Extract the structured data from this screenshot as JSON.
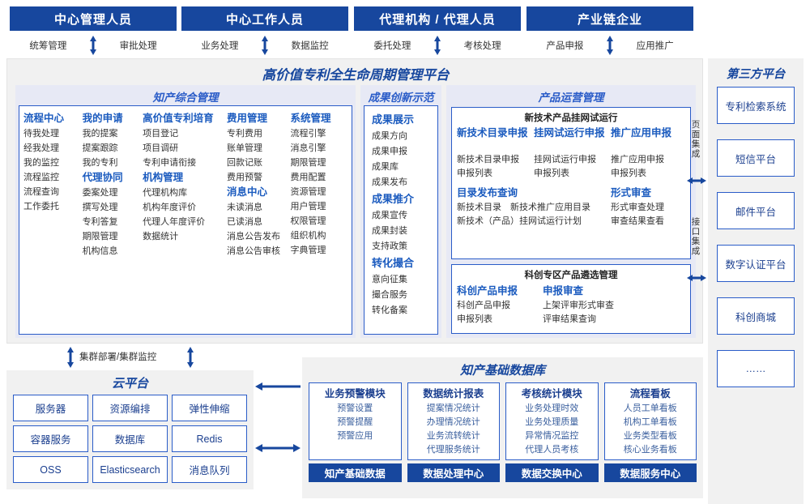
{
  "roles": [
    {
      "title": "中心管理人员",
      "left": "统筹管理",
      "right": "审批处理"
    },
    {
      "title": "中心工作人员",
      "left": "业务处理",
      "right": "数据监控"
    },
    {
      "title": "代理机构 / 代理人员",
      "left": "委托处理",
      "right": "考核处理"
    },
    {
      "title": "产业链企业",
      "left": "产品申报",
      "right": "应用推广"
    }
  ],
  "platform": {
    "title": "高价值专利全生命周期管理平台",
    "groups": {
      "ip_mgmt": {
        "title": "知产综合管理",
        "columns": [
          {
            "blocks": [
              {
                "head": "流程中心",
                "items": [
                  "待我处理",
                  "经我处理",
                  "我的监控",
                  "流程监控",
                  "流程查询",
                  "工作委托"
                ]
              }
            ]
          },
          {
            "blocks": [
              {
                "head": "我的申请",
                "items": [
                  "我的提案",
                  "提案跟踪",
                  "我的专利"
                ]
              },
              {
                "head": "代理协同",
                "items": [
                  "委案处理",
                  "撰写处理",
                  "专利答复",
                  "期限管理",
                  "机构信息"
                ]
              }
            ]
          },
          {
            "blocks": [
              {
                "head": "高价值专利培育",
                "items": [
                  "项目登记",
                  "项目调研",
                  "专利申请衔接"
                ]
              },
              {
                "head": "机构管理",
                "items": [
                  "代理机构库",
                  "机构年度评价",
                  "代理人年度评价",
                  "数据统计"
                ]
              }
            ]
          },
          {
            "blocks": [
              {
                "head": "费用管理",
                "items": [
                  "专利费用",
                  "账单管理",
                  "回款记账",
                  "费用预警"
                ]
              },
              {
                "head": "消息中心",
                "items": [
                  "未读消息",
                  "已读消息",
                  "消息公告发布",
                  "消息公告审核"
                ]
              }
            ]
          },
          {
            "blocks": [
              {
                "head": "系统管理",
                "items": [
                  "流程引擎",
                  "消息引擎",
                  "期限管理",
                  "费用配置",
                  "资源管理",
                  "用户管理",
                  "权限管理",
                  "组织机构",
                  "字典管理"
                ]
              }
            ]
          }
        ]
      },
      "achievement": {
        "title": "成果创新示范",
        "blocks": [
          {
            "head": "成果展示",
            "items": [
              "成果方向",
              "成果申报",
              "成果库",
              "成果发布"
            ]
          },
          {
            "head": "成果推介",
            "items": [
              "成果宣传",
              "成果封装",
              "支持政策"
            ]
          },
          {
            "head": "转化撮合",
            "items": [
              "意向征集",
              "撮合服务",
              "转化备案"
            ]
          }
        ]
      },
      "product_ops": {
        "title": "产品运营管理",
        "sub1": {
          "title": "新技术产品挂网试运行",
          "columns": [
            {
              "head": "新技术目录申报",
              "items": [
                "新技术目录申报",
                "申报列表"
              ]
            },
            {
              "head": "挂网试运行申报",
              "items": [
                "挂网试运行申报",
                "申报列表"
              ]
            },
            {
              "head": "推广应用申报",
              "items": [
                "推广应用申报",
                "申报列表"
              ]
            }
          ],
          "row2": [
            {
              "head": "目录发布查询",
              "items": [
                "新技术目录　新技术推广应用目录",
                "新技术（产品）挂网试运行计划"
              ]
            },
            {
              "head": "形式审查",
              "items": [
                "形式审查处理",
                "审查结果查看"
              ]
            }
          ]
        },
        "sub2": {
          "title": "科创专区产品遴选管理",
          "columns": [
            {
              "head": "科创产品申报",
              "items": [
                "科创产品申报",
                "申报列表"
              ]
            },
            {
              "head": "申报审查",
              "items": [
                "上架评审形式审查",
                "评审结果查询"
              ]
            }
          ]
        }
      }
    }
  },
  "integration": {
    "page": "页面集成",
    "api": "接口集成"
  },
  "third_party": {
    "title": "第三方平台",
    "items": [
      "专利检索系统",
      "短信平台",
      "邮件平台",
      "数字认证平台",
      "科创商城",
      "……"
    ]
  },
  "cloud": {
    "cluster_label": "集群部署/集群监控",
    "title": "云平台",
    "cells": [
      "服务器",
      "资源编排",
      "弹性伸缩",
      "容器服务",
      "数据库",
      "Redis",
      "OSS",
      "Elasticsearch",
      "消息队列"
    ]
  },
  "knowledge_db": {
    "title": "知产基础数据库",
    "columns": [
      {
        "head": "业务预警模块",
        "items": [
          "预警设置",
          "预警提醒",
          "预警应用"
        ],
        "foot": "知产基础数据"
      },
      {
        "head": "数据统计报表",
        "items": [
          "提案情况统计",
          "办理情况统计",
          "业务流转统计",
          "代理服务统计"
        ],
        "foot": "数据处理中心"
      },
      {
        "head": "考核统计模块",
        "items": [
          "业务处理时效",
          "业务处理质量",
          "异常情况监控",
          "代理人员考核"
        ],
        "foot": "数据交换中心"
      },
      {
        "head": "流程看板",
        "items": [
          "人员工单看板",
          "机构工单看板",
          "业务类型看板",
          "核心业务看板"
        ],
        "foot": "数据服务中心"
      }
    ]
  },
  "colors": {
    "brand_dark": "#17479e",
    "brand_mid": "#2a5cc8",
    "panel_bg": "#f1f1f1",
    "group_bg": "#e7e9f5"
  }
}
